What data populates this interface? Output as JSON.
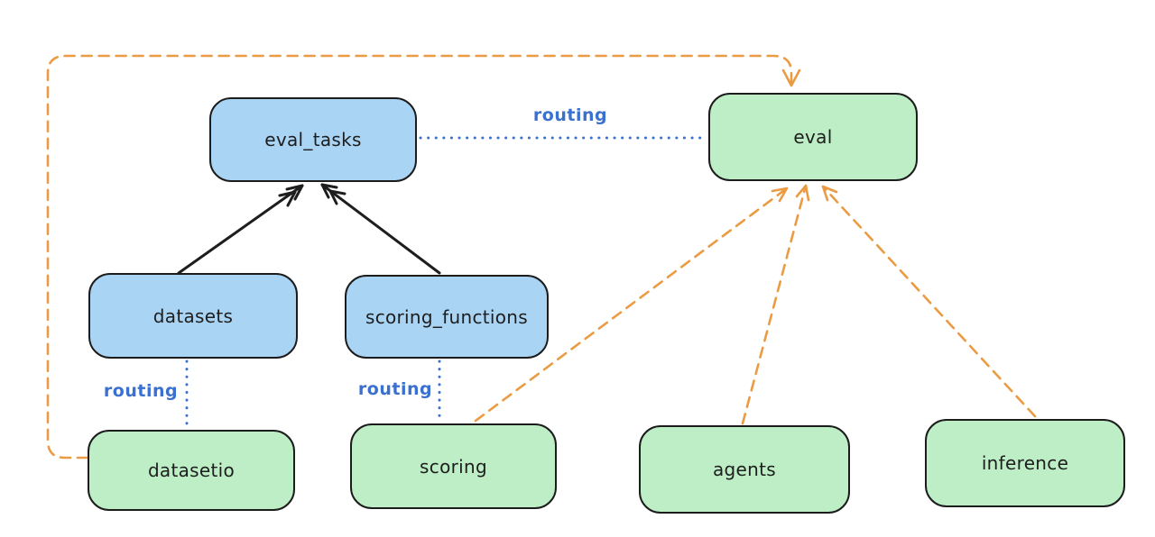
{
  "colors": {
    "node_blue_fill": "#a9d4f4",
    "node_green_fill": "#bdeec5",
    "node_border": "#1c1c1c",
    "edge_black": "#1e1e1e",
    "edge_blue": "#3a70cf",
    "edge_orange": "#ea9b43"
  },
  "nodes": [
    {
      "id": "eval_tasks",
      "label": "eval_tasks",
      "variant": "blue"
    },
    {
      "id": "eval",
      "label": "eval",
      "variant": "green"
    },
    {
      "id": "datasets",
      "label": "datasets",
      "variant": "blue"
    },
    {
      "id": "scoring_functions",
      "label": "scoring_functions",
      "variant": "blue"
    },
    {
      "id": "datasetio",
      "label": "datasetio",
      "variant": "green"
    },
    {
      "id": "scoring",
      "label": "scoring",
      "variant": "green"
    },
    {
      "id": "agents",
      "label": "agents",
      "variant": "green"
    },
    {
      "id": "inference",
      "label": "inference",
      "variant": "green"
    }
  ],
  "edges": [
    {
      "from": "datasets",
      "to": "eval_tasks",
      "style": "solid",
      "color": "black",
      "arrow": true
    },
    {
      "from": "scoring_functions",
      "to": "eval_tasks",
      "style": "solid",
      "color": "black",
      "arrow": true
    },
    {
      "from": "eval_tasks",
      "to": "eval",
      "style": "dotted",
      "color": "blue",
      "arrow": false,
      "label": "routing"
    },
    {
      "from": "datasets",
      "to": "datasetio",
      "style": "dotted",
      "color": "blue",
      "arrow": false,
      "label": "routing"
    },
    {
      "from": "scoring_functions",
      "to": "scoring",
      "style": "dotted",
      "color": "blue",
      "arrow": false,
      "label": "routing"
    },
    {
      "from": "datasetio",
      "to": "eval",
      "style": "dashed",
      "color": "orange",
      "arrow": true
    },
    {
      "from": "scoring",
      "to": "eval",
      "style": "dashed",
      "color": "orange",
      "arrow": true
    },
    {
      "from": "agents",
      "to": "eval",
      "style": "dashed",
      "color": "orange",
      "arrow": true
    },
    {
      "from": "inference",
      "to": "eval",
      "style": "dashed",
      "color": "orange",
      "arrow": true
    }
  ]
}
